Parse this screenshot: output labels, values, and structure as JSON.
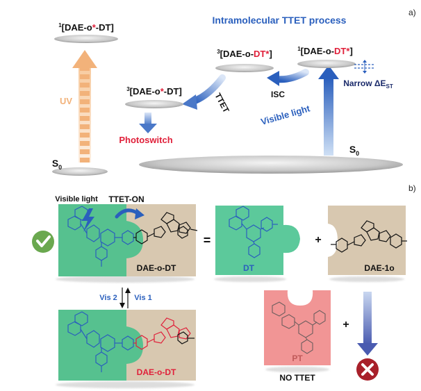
{
  "panel_a": {
    "tag": "a)",
    "title": "Intramolecular TTET process",
    "dt_state": "¹[DAE-o*-DT]",
    "dt_state_top_sup": "1",
    "dt_state_top_main": "[DAE-o",
    "dt_state_top_star": "*",
    "dt_state_top_tail": "-DT]",
    "s0_left": "S",
    "s0_left_sub": "0",
    "s0_right": "S",
    "s0_right_sub": "0",
    "uv_label": "UV",
    "state_dt_sup": "1",
    "state_dt_pre": "[DAE-o-",
    "state_dt_red": "DT*",
    "state_dt_post": "]",
    "state_isc_sup": "3",
    "state_isc_pre": "[DAE-o-",
    "state_isc_red": "DT*",
    "state_isc_post": "]",
    "state_ttet_sup": "3",
    "state_ttet_pre": "[DAE-o",
    "state_ttet_red": "*",
    "state_ttet_post": "-DT]",
    "isc_label": "ISC",
    "ttet_label": "TTET",
    "visible_light": "Visible light",
    "photoswitch": "Photoswitch",
    "narrow_label": "Narrow ΔE",
    "narrow_sub": "ST"
  },
  "panel_b": {
    "tag": "b)",
    "visible_light": "Visible light",
    "ttet_on": "TTET-ON",
    "dae_o_dt_top": "DAE-o-DT",
    "equals": "=",
    "plus": "+",
    "dt": "DT",
    "dae_1o": "DAE-1o",
    "vis1": "Vis 1",
    "vis2": "Vis 2",
    "dae_o_dt_bottom": "DAE-o-DT",
    "pt": "PT",
    "plus2": "+",
    "no_ttet": "NO TTET"
  },
  "colors": {
    "blue": "#2a5fbd",
    "navy": "#1a2a6a",
    "red": "#e0203a",
    "green": "#3fbf8a",
    "tan": "#d8c8b0",
    "pink": "#f08a8a",
    "orange": "#f2b27a",
    "check_green": "#6aa84f",
    "cross_red": "#a8202a"
  },
  "icons": {
    "check": "check-icon",
    "cross": "cross-icon",
    "lightning": "lightning-icon"
  }
}
